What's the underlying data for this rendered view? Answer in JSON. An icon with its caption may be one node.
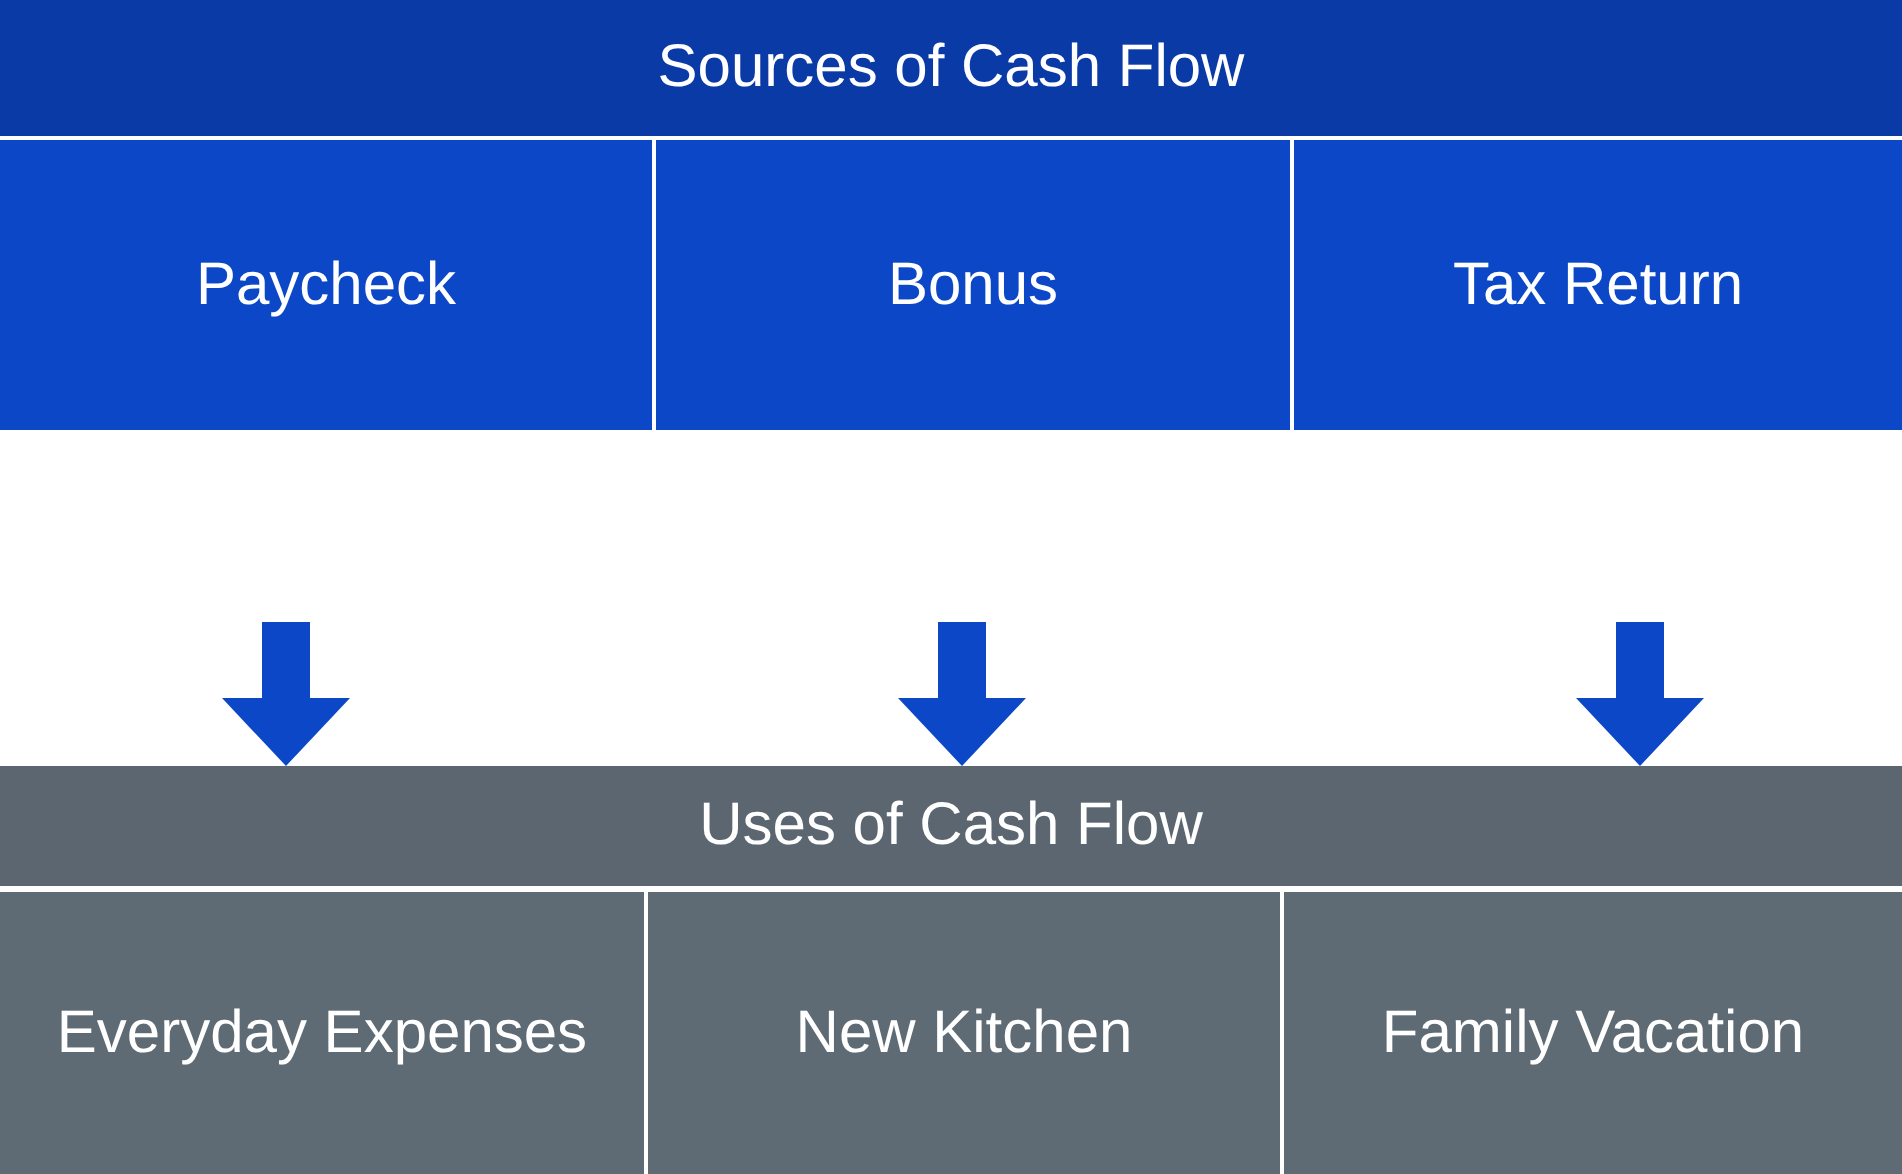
{
  "diagram": {
    "nodes": [
      {
        "text": [
          "Sources of Cash Flow"
        ]
      },
      {
        "text": [
          "Paycheck"
        ]
      },
      {
        "text": [
          "Bonus"
        ]
      },
      {
        "text": [
          "Tax Return"
        ]
      },
      {
        "text": [
          "Uses of Cash Flow"
        ]
      },
      {
        "text": [
          "Everyday Expenses"
        ]
      },
      {
        "text": [
          "New Kitchen"
        ]
      },
      {
        "text": [
          "Family Vacation"
        ]
      }
    ],
    "edges": [
      {
        "from": null,
        "to": 4,
        "arrow": "to"
      },
      {
        "from": null,
        "to": 4,
        "arrow": "to"
      },
      {
        "from": null,
        "to": 4,
        "arrow": "to"
      }
    ]
  }
}
